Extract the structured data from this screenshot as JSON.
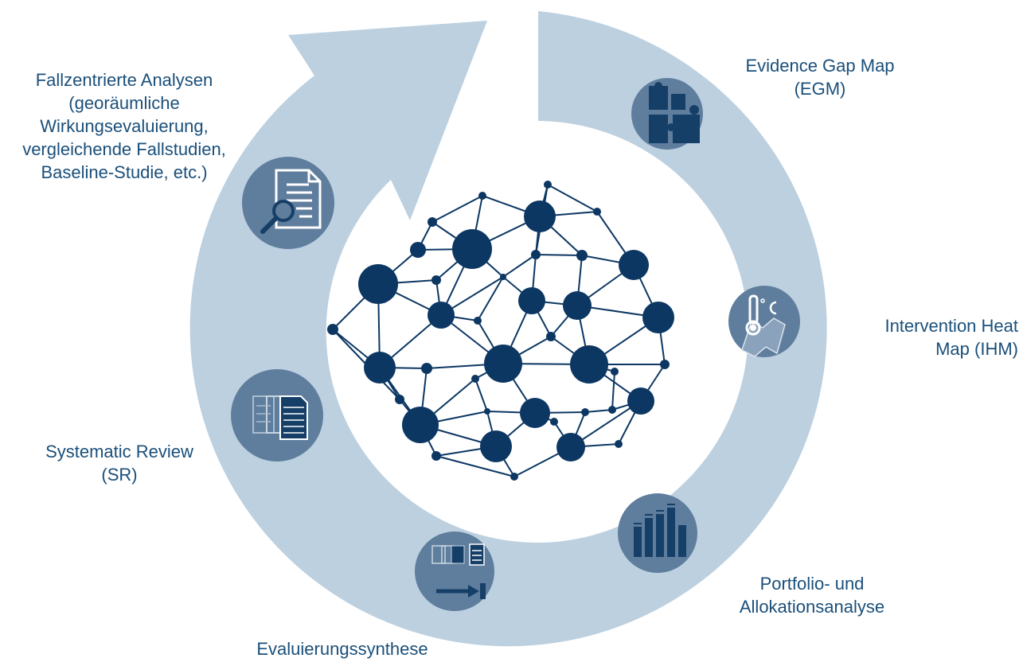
{
  "colors": {
    "cycle_band": "#bcd0e0",
    "icon_circle": "#5f7e9d",
    "icon_glyph": "#163f68",
    "network": "#0c3763",
    "label_text": "#1a4f7a"
  },
  "steps": [
    {
      "id": "fallzentriert",
      "icon": "document-magnifier-icon",
      "lines": [
        "Fallzentrierte Analysen",
        "(georäumliche",
        "Wirkungsevaluierung,",
        "vergleichende Fallstudien,",
        "Baseline-Studie, etc.)"
      ]
    },
    {
      "id": "egm",
      "icon": "puzzle-icon",
      "lines": [
        "Evidence Gap Map",
        "(EGM)"
      ]
    },
    {
      "id": "ihm",
      "icon": "thermometer-map-icon",
      "lines": [
        "Intervention Heat",
        "Map (IHM)"
      ]
    },
    {
      "id": "portfolio",
      "icon": "bar-chart-icon",
      "lines": [
        "Portfolio- und",
        "Allokationsanalyse"
      ]
    },
    {
      "id": "synthese",
      "icon": "documents-arrow-icon",
      "lines": [
        "Evaluierungssynthese"
      ]
    },
    {
      "id": "sr",
      "icon": "stacked-documents-icon",
      "lines": [
        "Systematic Review",
        "(SR)"
      ]
    }
  ],
  "center_icon": "network-icon"
}
